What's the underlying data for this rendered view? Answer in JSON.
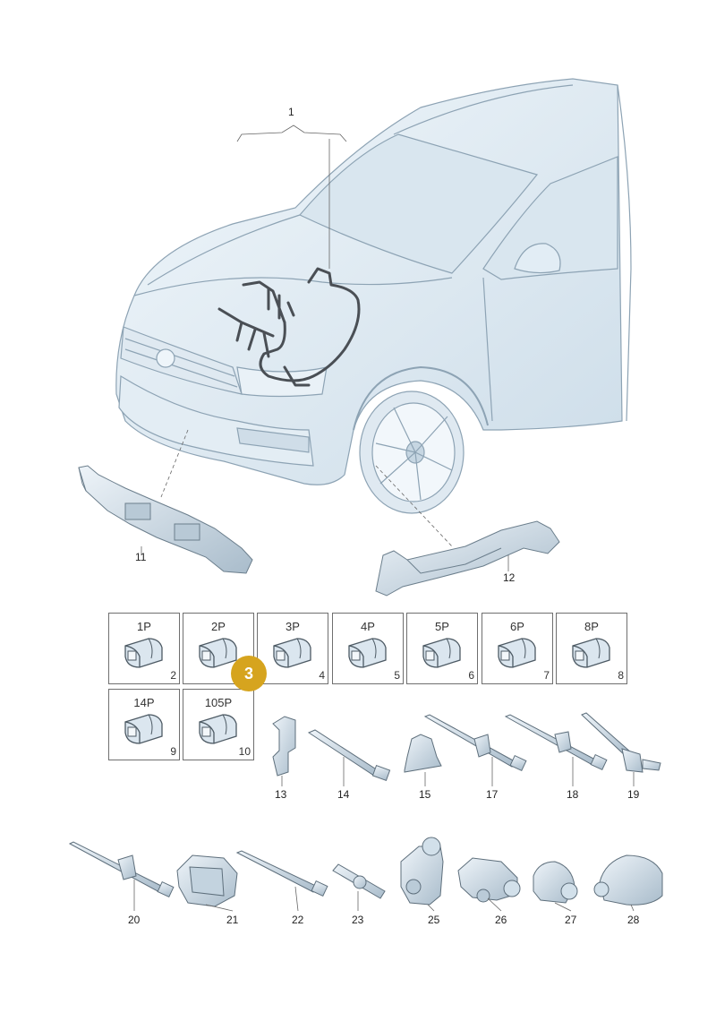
{
  "callouts": {
    "n1": "1",
    "n11": "11",
    "n12": "12",
    "n13": "13",
    "n14": "14",
    "n15": "15",
    "n17": "17",
    "n18": "18",
    "n19": "19",
    "n20": "20",
    "n21": "21",
    "n22": "22",
    "n23": "23",
    "n25": "25",
    "n26": "26",
    "n27": "27",
    "n28": "28"
  },
  "connector_boxes": [
    {
      "pins": "1P",
      "number": "2"
    },
    {
      "pins": "2P",
      "number": "3"
    },
    {
      "pins": "3P",
      "number": "4"
    },
    {
      "pins": "4P",
      "number": "5"
    },
    {
      "pins": "5P",
      "number": "6"
    },
    {
      "pins": "6P",
      "number": "7"
    },
    {
      "pins": "8P",
      "number": "8"
    },
    {
      "pins": "14P",
      "number": "9"
    },
    {
      "pins": "105P",
      "number": "10"
    }
  ],
  "highlight_badge": {
    "text": "3",
    "color": "#d6a41e"
  },
  "colors": {
    "car_fill": "#e7f1f8",
    "car_stroke": "#8da3b4",
    "harness": "#4a4f55",
    "part_fill": "#d6e3ee"
  }
}
